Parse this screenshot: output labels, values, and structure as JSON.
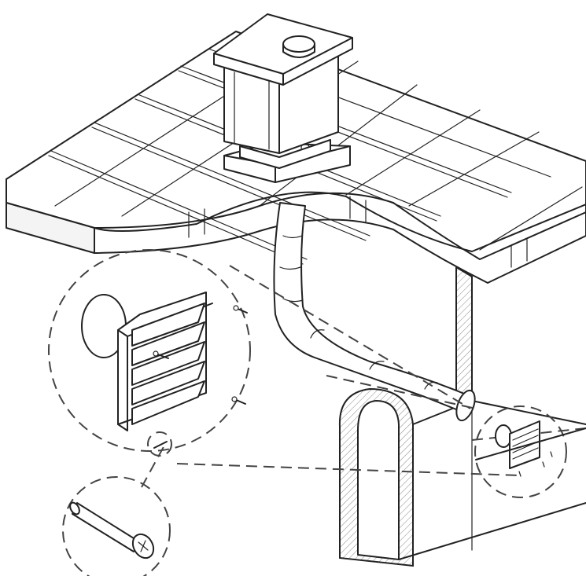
{
  "figure": {
    "kind": "technical installation illustration",
    "labels": [],
    "parts": {
      "appliance": "ceiling-mounted-appliance",
      "ceiling_tiles": "suspended-ceiling-grid",
      "duct": "flexible-exhaust-duct",
      "wall": "exterior-wall-section",
      "vent_detail": "louvered-wall-vent-enlarged",
      "vent_small": "louvered-wall-vent-on-wall",
      "screw_detail": "mounting-screw-enlarged"
    },
    "colors": {
      "line": "#222222",
      "callout": "#444444",
      "background": "#ffffff"
    }
  }
}
